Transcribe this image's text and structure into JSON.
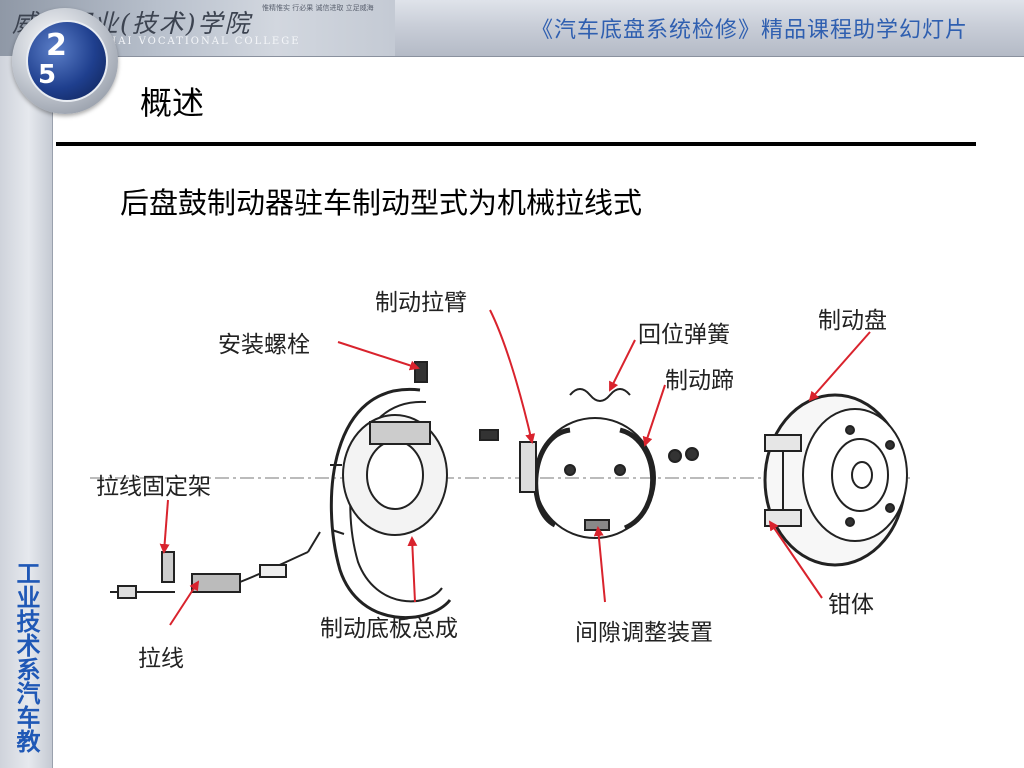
{
  "banner": {
    "college_name_cn": "威海职业(技术)学院",
    "college_name_en": "WEIHAI VOCATIONAL COLLEGE",
    "banner_subtext": "惟精惟实 行必果 诚信进取 立足威海",
    "course_title": "《汽车底盘系统检修》精品课程助学幻灯片"
  },
  "sidebar": {
    "label": "工业技术系汽车教研室"
  },
  "logo": {
    "glyph_top": "2",
    "glyph_bottom": "5"
  },
  "slide": {
    "title": "概述",
    "subtitle": "后盘鼓制动器驻车制动型式为机械拉线式"
  },
  "diagram": {
    "labels": {
      "brake_lever": "制动拉臂",
      "mounting_bolt": "安装螺栓",
      "return_spring": "回位弹簧",
      "brake_shoe": "制动蹄",
      "brake_disc": "制动盘",
      "cable_bracket": "拉线固定架",
      "cable": "拉线",
      "backing_plate_assembly": "制动底板总成",
      "adjuster": "间隙调整装置",
      "caliper": "钳体"
    }
  },
  "colors": {
    "arrow": "#d9232d",
    "course_title": "#2f5fb0",
    "sidebar_text": "#1f58b6"
  }
}
